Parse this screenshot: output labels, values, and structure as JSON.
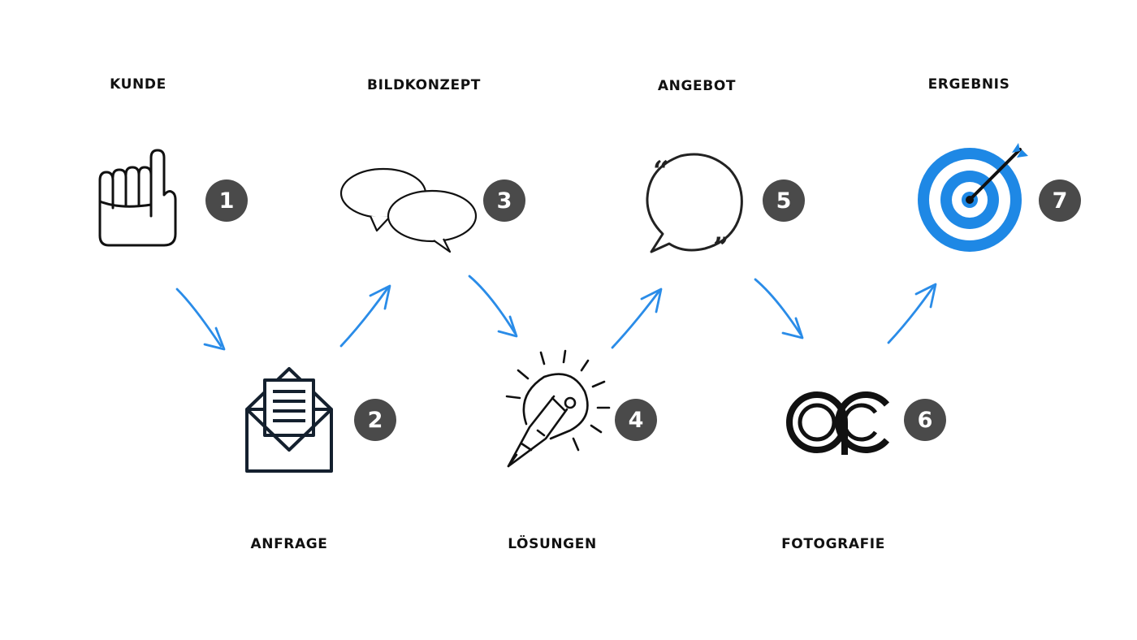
{
  "steps": [
    {
      "num": "1",
      "label": "KUNDE",
      "icon": "pointing-hand-icon"
    },
    {
      "num": "2",
      "label": "ANFRAGE",
      "icon": "envelope-icon"
    },
    {
      "num": "3",
      "label": "BILDKONZEPT",
      "icon": "speech-bubbles-icon"
    },
    {
      "num": "4",
      "label": "LÖSUNGEN",
      "icon": "lightbulb-pencil-icon"
    },
    {
      "num": "5",
      "label": "ANGEBOT",
      "icon": "quote-bubble-icon"
    },
    {
      "num": "6",
      "label": "FOTOGRAFIE",
      "icon": "ac-logo-icon"
    },
    {
      "num": "7",
      "label": "ERGEBNIS",
      "icon": "target-icon"
    }
  ],
  "colors": {
    "arrow": "#2a8ce8",
    "badge": "#4a4a4a",
    "target": "#1e88e5",
    "text": "#111111"
  }
}
